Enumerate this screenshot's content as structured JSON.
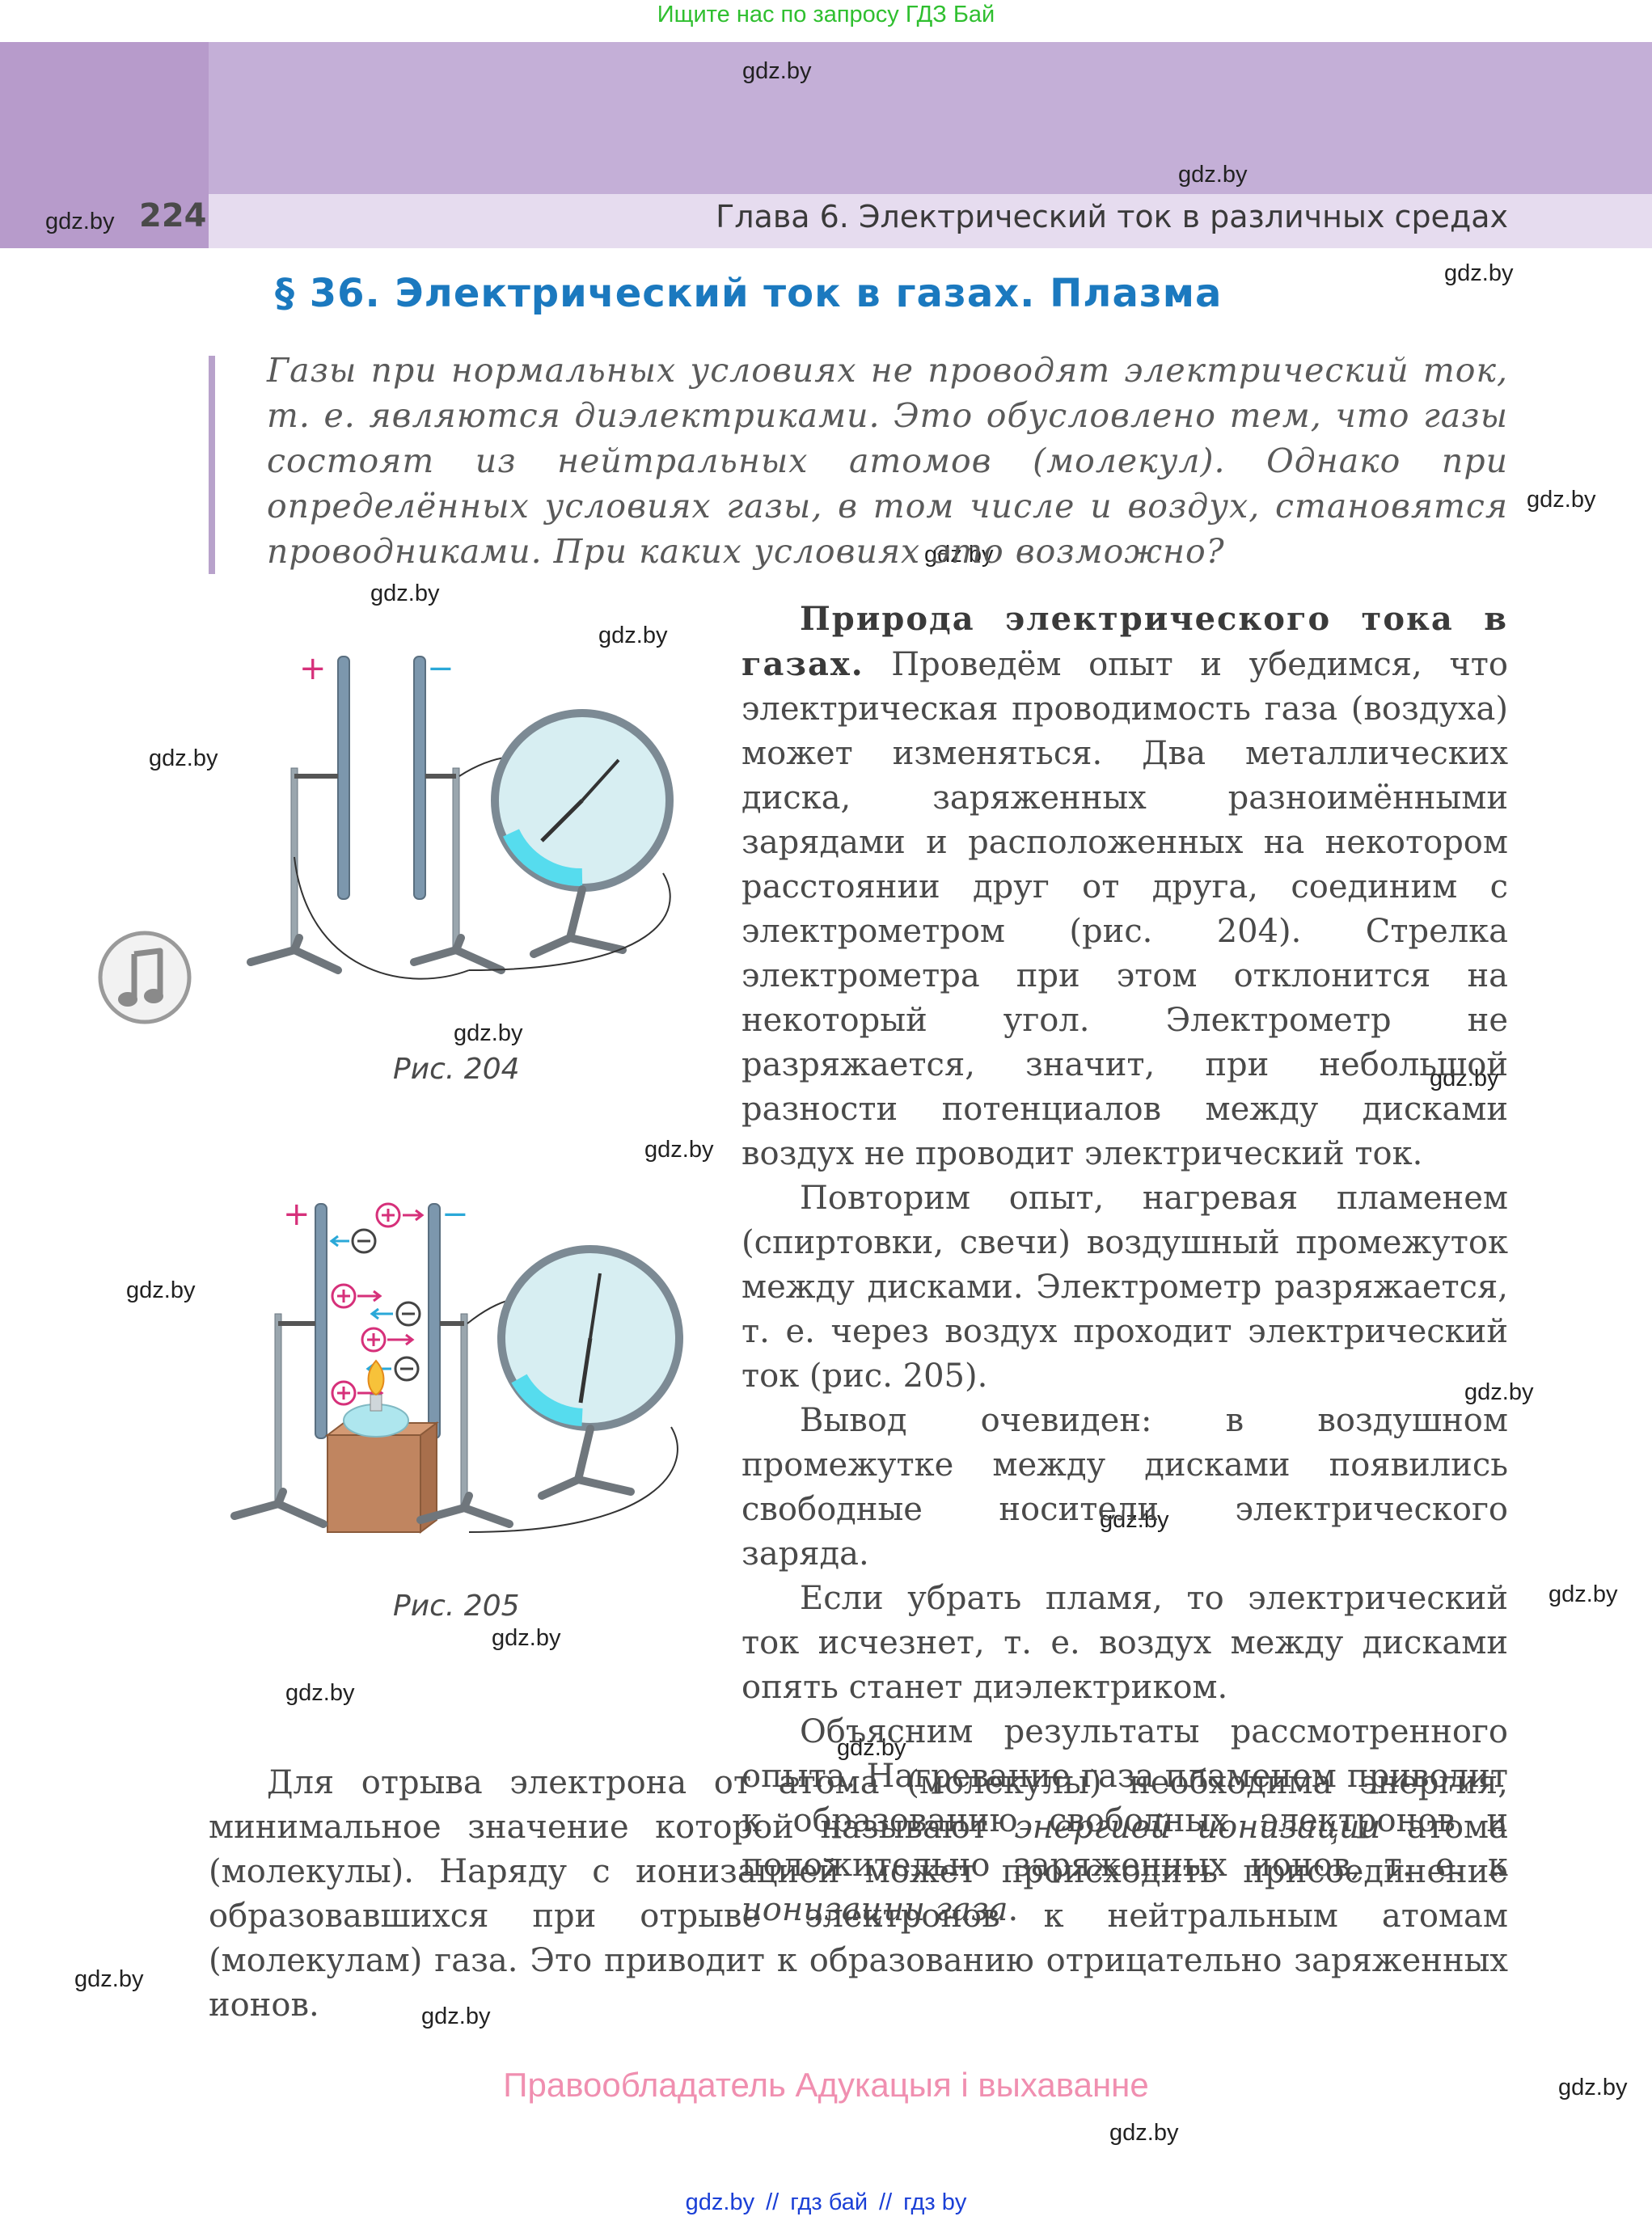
{
  "top_link": "Ищите нас по запросу ГДЗ Бай",
  "header": {
    "page_number": "224",
    "chapter_title": "Глава 6. Электрический ток в различных средах"
  },
  "watermark": "gdz.by",
  "section_title": "§ 36. Электрический ток в газах. Плазма",
  "intro": "Газы при нормальных условиях не проводят электрический ток, т. е. являются диэлектриками. Это обусловлено тем, что газы состоят из нейтральных атомов (молекул). Однако при определённых условиях газы, в том числе и воздух, становятся проводниками. При каких условиях это возможно?",
  "column_text": {
    "lead_title": "Природа электрического тока в газах.",
    "p1_rest": "Проведём опыт и убедимся, что электрическая проводимость газа (воздуха) может изменяться. Два металлических диска, заряженных разноимёнными зарядами и расположенных на некотором расстоянии друг от друга, соединим с электрометром (рис. 204). Стрелка электрометра при этом отклонится на некоторый угол. Электрометр не разряжается, значит, при небольшой разности потенциалов между дисками воздух не проводит электрический ток.",
    "p2": "Повторим опыт, нагревая пламенем (спиртовки, свечи) воздушный промежуток между дисками. Электрометр разряжается, т. е. через воздух проходит электрический ток (рис. 205).",
    "p3": "Вывод очевиден: в воздушном промежутке между дисками появились свободные носители электрического заряда.",
    "p4": "Если убрать пламя, то электрический ток исчезнет, т. е. воздух между дисками опять станет диэлектриком.",
    "p5_start": "Объясним результаты рассмотренного опыта. Нагревание газа пламенем приводит к образованию свободных электронов и положительно заряженных ионов, т. е. к",
    "p5_term": "ионизации газа",
    "p5_end": "."
  },
  "full_text": {
    "start": "Для отрыва электрона от атома (молекулы) необходима энергия, минимальное значение которой называют",
    "term": "энергией ионизации",
    "end": "атома (молекулы). Наряду с ионизацией может происходить присоединение образовавшихся при отрыве электронов к нейтральным атомам (молекулам) газа. Это приводит к образованию отрицательно заряженных ионов."
  },
  "figures": {
    "fig204_caption": "Рис. 204",
    "fig205_caption": "Рис. 205",
    "plus_sign": "+",
    "minus_sign": "−"
  },
  "colors": {
    "accent_blue": "#1b79bf",
    "header_purple": "#c4afd7",
    "positive_charge": "#d6307a",
    "negative_charge": "#2aa8d8"
  },
  "copyright": "Правообладатель Адукацыя і выхаванне",
  "footer": {
    "link1": "gdz.by",
    "link2": "гдз бай",
    "link3": "гдз by",
    "separator": "//"
  }
}
